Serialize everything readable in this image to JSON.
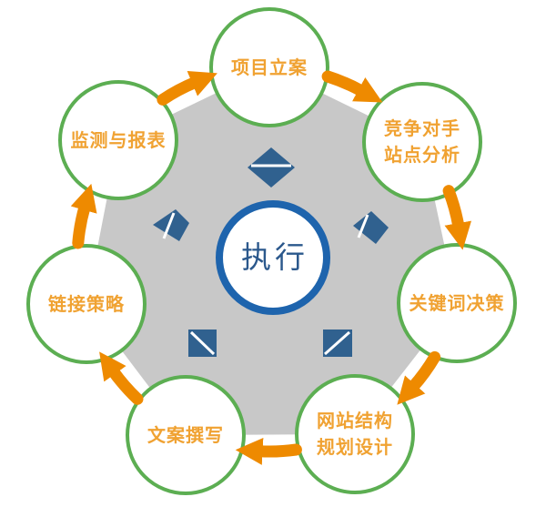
{
  "diagram": {
    "center": {
      "label": "执行"
    },
    "nodes": [
      {
        "id": "project-initiation",
        "label": "项目立案"
      },
      {
        "id": "competitor-site-analysis",
        "label": "竞争对手\n站点分析"
      },
      {
        "id": "keyword-decision",
        "label": "关键词决策"
      },
      {
        "id": "site-structure-planning",
        "label": "网站结构\n规划设计"
      },
      {
        "id": "copywriting",
        "label": "文案撰写"
      },
      {
        "id": "link-strategy",
        "label": "链接策略"
      },
      {
        "id": "monitoring-reporting",
        "label": "监测与报表"
      }
    ],
    "colors": {
      "node_border": "#5cae52",
      "node_text": "#f0a232",
      "center_border": "#1e64ad",
      "center_text": "#2b588c",
      "arrow": "#ee8a00",
      "polygon_fill": "#c8c8c8",
      "decor_fill": "#30618f"
    }
  }
}
